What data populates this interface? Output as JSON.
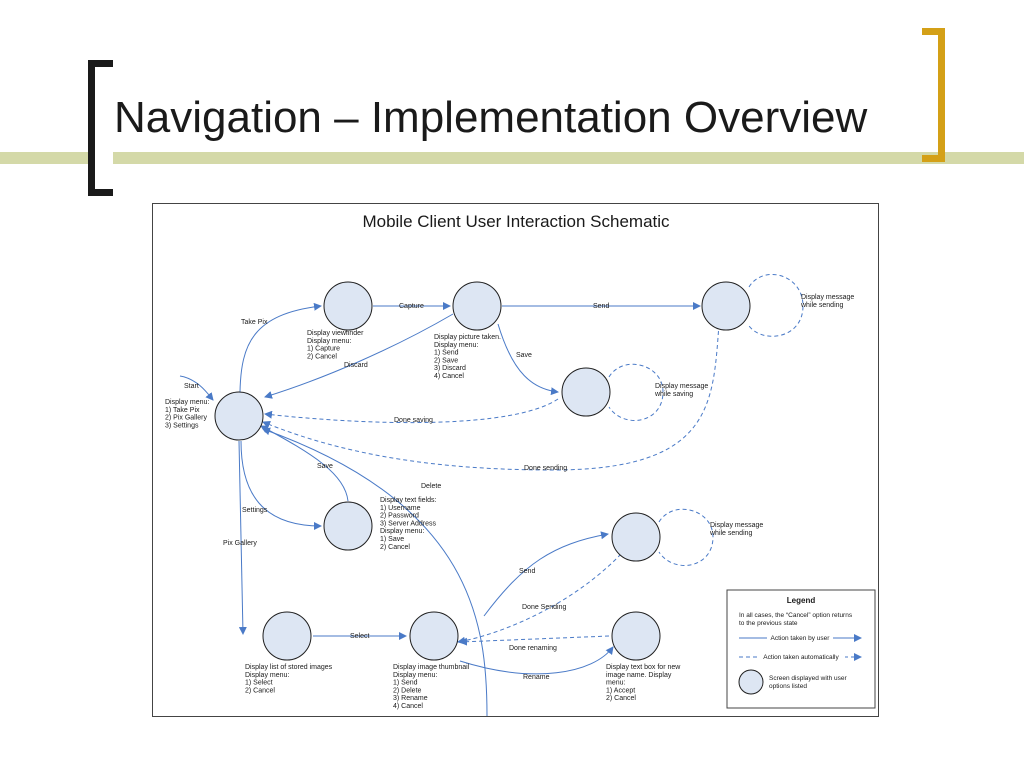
{
  "slide": {
    "title": "Navigation – Implementation Overview"
  },
  "diagram": {
    "title": "Mobile Client User Interaction Schematic",
    "state_labels": [
      {
        "id": "start",
        "lines": [
          "Start"
        ]
      },
      {
        "id": "main",
        "lines": [
          "Display menu:",
          "1) Take Pix",
          "2) Pix Gallery",
          "3) Settings"
        ]
      },
      {
        "id": "viewfinder",
        "lines": [
          "Display viewfinder",
          "Display menu:",
          "1) Capture",
          "2) Cancel"
        ]
      },
      {
        "id": "picture",
        "lines": [
          "Display picture taken.",
          "Display menu:",
          "1) Send",
          "2) Save",
          "3) Discard",
          "4) Cancel"
        ]
      },
      {
        "id": "sending1",
        "lines": [
          "Display message",
          "while sending"
        ]
      },
      {
        "id": "saving",
        "lines": [
          "Display message",
          "while saving"
        ]
      },
      {
        "id": "settings",
        "lines": [
          "Display text fields:",
          "1) Username",
          "2) Password",
          "3) Server Address",
          "Display menu:",
          "1) Save",
          "2) Cancel"
        ]
      },
      {
        "id": "sending2",
        "lines": [
          "Display message",
          "while sending"
        ]
      },
      {
        "id": "gallery",
        "lines": [
          "Display list of stored images",
          "Display menu:",
          "1) Select",
          "2) Cancel"
        ]
      },
      {
        "id": "thumbnail",
        "lines": [
          "Display image thumbnail",
          "Display menu:",
          "1) Send",
          "2) Delete",
          "3) Rename",
          "4) Cancel"
        ]
      },
      {
        "id": "rename",
        "lines": [
          "Display text box for new",
          "image name.  Display",
          "menu:",
          "1) Accept",
          "2) Cancel"
        ]
      }
    ],
    "edge_labels": {
      "take_pix": "Take Pix",
      "capture": "Capture",
      "discard": "Discard",
      "send1": "Send",
      "save1": "Save",
      "done_saving": "Done saving",
      "done_sending1": "Done sending",
      "delete": "Delete",
      "save2": "Save",
      "settings": "Settings",
      "pix_gallery": "Pix Gallery",
      "select": "Select",
      "send2": "Send",
      "done_sending2": "Done Sending",
      "done_renaming": "Done renaming",
      "rename": "Rename"
    },
    "legend": {
      "title": "Legend",
      "note_lines": [
        "In all cases, the “Cancel” option returns",
        "to the previous state"
      ],
      "user_action": "Action taken by user",
      "auto_action": "Action taken automatically",
      "screen_lines": [
        "Screen displayed with user",
        "options listed"
      ]
    },
    "colors": {
      "node_fill": "#dde6f3",
      "node_stroke": "#1f1f1f",
      "arrow": "#4a7ac7",
      "text": "#1a1a1a"
    }
  }
}
